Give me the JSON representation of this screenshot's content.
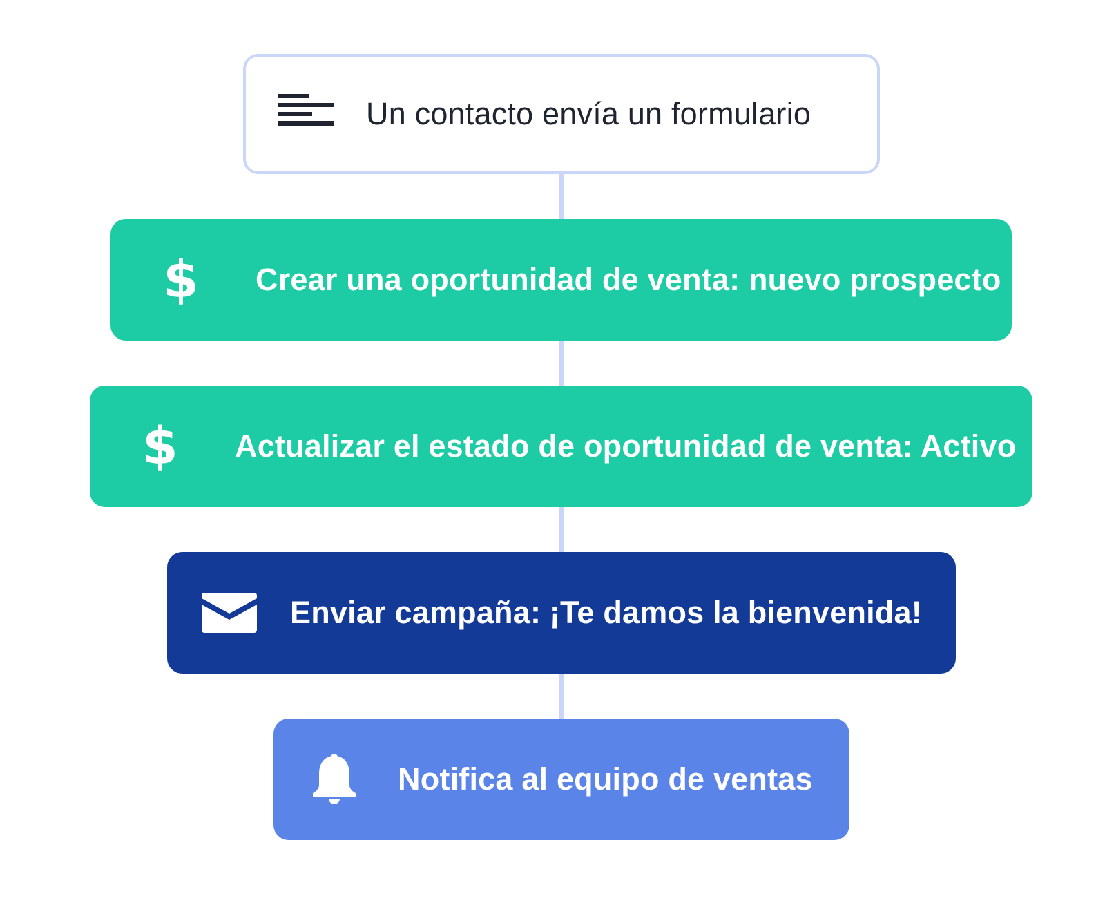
{
  "colors": {
    "connector": "#c9d6f7",
    "trigger_border": "#c9d6f7",
    "deal": "#1dcca4",
    "campaign": "#133a96",
    "notify": "#5b84e8"
  },
  "workflow": {
    "trigger": {
      "icon": "form-lines-icon",
      "label": "Un contacto envía un formulario"
    },
    "steps": [
      {
        "icon": "dollar-icon",
        "label": "Crear una oportunidad de venta: nuevo prospecto"
      },
      {
        "icon": "dollar-icon",
        "label": "Actualizar el estado de oportunidad de venta: Activo"
      },
      {
        "icon": "envelope-icon",
        "label": "Enviar campaña: ¡Te damos la bienvenida!"
      },
      {
        "icon": "bell-icon",
        "label": "Notifica al equipo de ventas"
      }
    ],
    "dollar_glyph": "$"
  }
}
